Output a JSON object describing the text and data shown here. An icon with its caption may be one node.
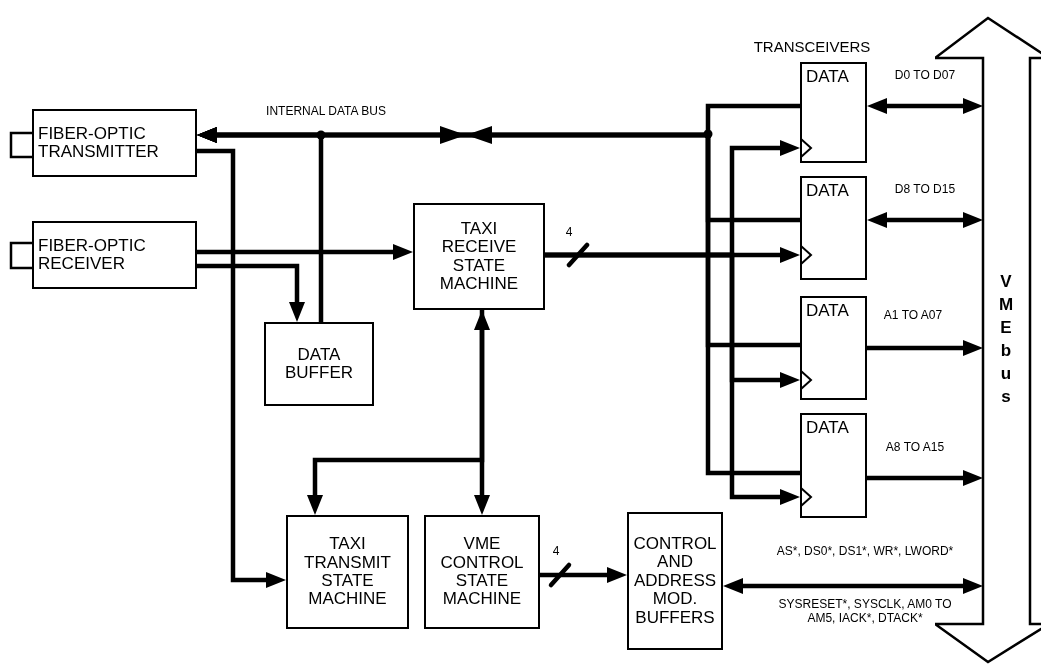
{
  "diagram": {
    "nodes": [
      {
        "text": [
          "FIBER-OPTIC TRANSMITTER"
        ]
      },
      {
        "text": [
          "FIBER-OPTIC RECEIVER"
        ]
      },
      {
        "text": [
          "TAXI RECEIVE STATE MACHINE"
        ]
      },
      {
        "text": [
          "DATA BUFFER"
        ]
      },
      {
        "text": [
          "TAXI TRANSMIT STATE MACHINE"
        ]
      },
      {
        "text": [
          "VME CONTROL STATE MACHINE"
        ]
      },
      {
        "text": [
          "CONTROL AND ADDRESS MOD. BUFFERS"
        ]
      },
      {
        "text": [
          "DATA"
        ]
      },
      {
        "text": [
          "DATA"
        ]
      },
      {
        "text": [
          "DATA"
        ]
      },
      {
        "text": [
          "DATA"
        ]
      },
      {
        "text": [
          "VMEbus"
        ]
      }
    ],
    "edges": [
      {
        "from": 3,
        "to": 0,
        "arrow": "to"
      },
      {
        "from": 7,
        "to": 0,
        "arrow": "to"
      },
      {
        "from": 8,
        "to": 0,
        "arrow": "to"
      },
      {
        "from": 9,
        "to": 0,
        "arrow": "to"
      },
      {
        "from": 10,
        "to": 0,
        "arrow": "to"
      },
      {
        "from": 0,
        "to": 4,
        "arrow": "to"
      },
      {
        "from": 1,
        "to": 2,
        "arrow": "to"
      },
      {
        "from": 1,
        "to": 3,
        "arrow": "to"
      },
      {
        "from": 2,
        "to": 7,
        "arrow": "to"
      },
      {
        "from": 2,
        "to": 8,
        "arrow": "to",
        "label": "4"
      },
      {
        "from": 2,
        "to": 9,
        "arrow": "to"
      },
      {
        "from": 2,
        "to": 10,
        "arrow": "to"
      },
      {
        "from": 2,
        "to": 5,
        "arrow": "both"
      },
      {
        "from": 2,
        "to": 4,
        "arrow": "to"
      },
      {
        "from": 5,
        "to": 6,
        "arrow": "to",
        "label": "4"
      },
      {
        "from": 6,
        "to": 11,
        "arrow": "both",
        "label": "AS*, DS0*, DS1*, WR*, LWORD*"
      },
      {
        "from": 7,
        "to": 11,
        "arrow": "both",
        "label": "D0 TO D07"
      },
      {
        "from": 8,
        "to": 11,
        "arrow": "both",
        "label": "D8 TO D15"
      },
      {
        "from": 9,
        "to": 11,
        "arrow": "to",
        "label": "A1 TO A07"
      },
      {
        "from": 10,
        "to": 11,
        "arrow": "to",
        "label": "A8 TO A15"
      }
    ],
    "labels": [
      "TRANSCEIVERS",
      "INTERNAL DATA BUS",
      "SYSRESET*, SYSCLK, AM0 TO AM5, IACK*, DTACK*"
    ]
  }
}
